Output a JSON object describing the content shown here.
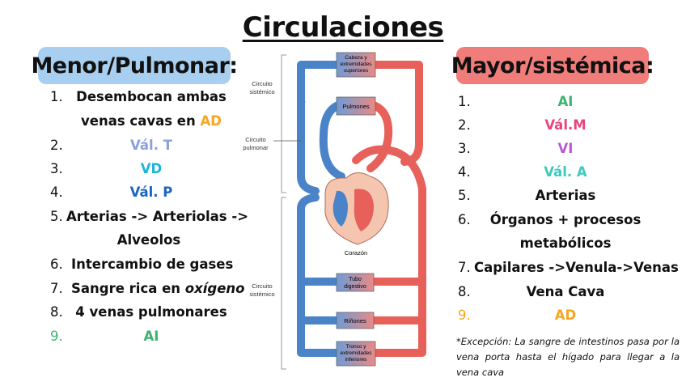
{
  "title": "Circulaciones",
  "left": {
    "heading": "Menor/Pulmonar:",
    "items": [
      {
        "num": "1.",
        "line1": "Desembocan ambas",
        "line2a": "venas cavas en ",
        "line2b": "AD"
      },
      {
        "num": "2.",
        "text": "Vál. T"
      },
      {
        "num": "3.",
        "text": "VD"
      },
      {
        "num": "4.",
        "text": "Vál. P"
      },
      {
        "num": "5.",
        "line1": "Arterias -> Arteriolas ->",
        "line2": "Alveolos"
      },
      {
        "num": "6.",
        "text": "Intercambio de gases"
      },
      {
        "num": "7.",
        "texta": "Sangre rica en ",
        "textb": "oxígeno"
      },
      {
        "num": "8.",
        "text": "4 venas pulmonares"
      },
      {
        "num": "9.",
        "text": "AI"
      }
    ]
  },
  "right": {
    "heading": "Mayor/sistémica:",
    "items": [
      {
        "num": "1.",
        "text": "AI"
      },
      {
        "num": "2.",
        "text": "Vál.M"
      },
      {
        "num": "3.",
        "text": "VI"
      },
      {
        "num": "4.",
        "text": "Vál. A"
      },
      {
        "num": "5.",
        "text": "Arterias"
      },
      {
        "num": "6.",
        "line1": "Órganos + procesos",
        "line2": "metabólicos"
      },
      {
        "num": "7.",
        "text": "Capilares ->Venula->Venas"
      },
      {
        "num": "8.",
        "text": "Vena Cava"
      },
      {
        "num": "9.",
        "text": "AD"
      }
    ],
    "note": "*Excepción: La sangre de intestinos pasa por la vena porta hasta el hígado para llegar a la vena cava"
  },
  "colors": {
    "AD": "#f5a623",
    "VT": "#8aa0dc",
    "VD": "#1fb5d8",
    "VP": "#1a64c8",
    "AI": "#3cb371",
    "VM": "#e8457a",
    "VI": "#b35bd6",
    "VA": "#3ccbbd",
    "blue_blood": "#4a83c8",
    "red_blood": "#e8605a"
  },
  "diagram": {
    "head": [
      "Cabeza y",
      "extremidades",
      "superiores"
    ],
    "lungs": "Pulmones",
    "systemic_top": [
      "Circuito",
      "sistémico"
    ],
    "pulmonary": [
      "Circuito",
      "pulmonar"
    ],
    "heart": "Corazón",
    "gut": [
      "Tubo",
      "digestivo"
    ],
    "systemic_bottom": [
      "Circuito",
      "sistémico"
    ],
    "kidneys": "Riñones",
    "trunk": [
      "Tronco y",
      "extremidades",
      "inferiores"
    ]
  }
}
